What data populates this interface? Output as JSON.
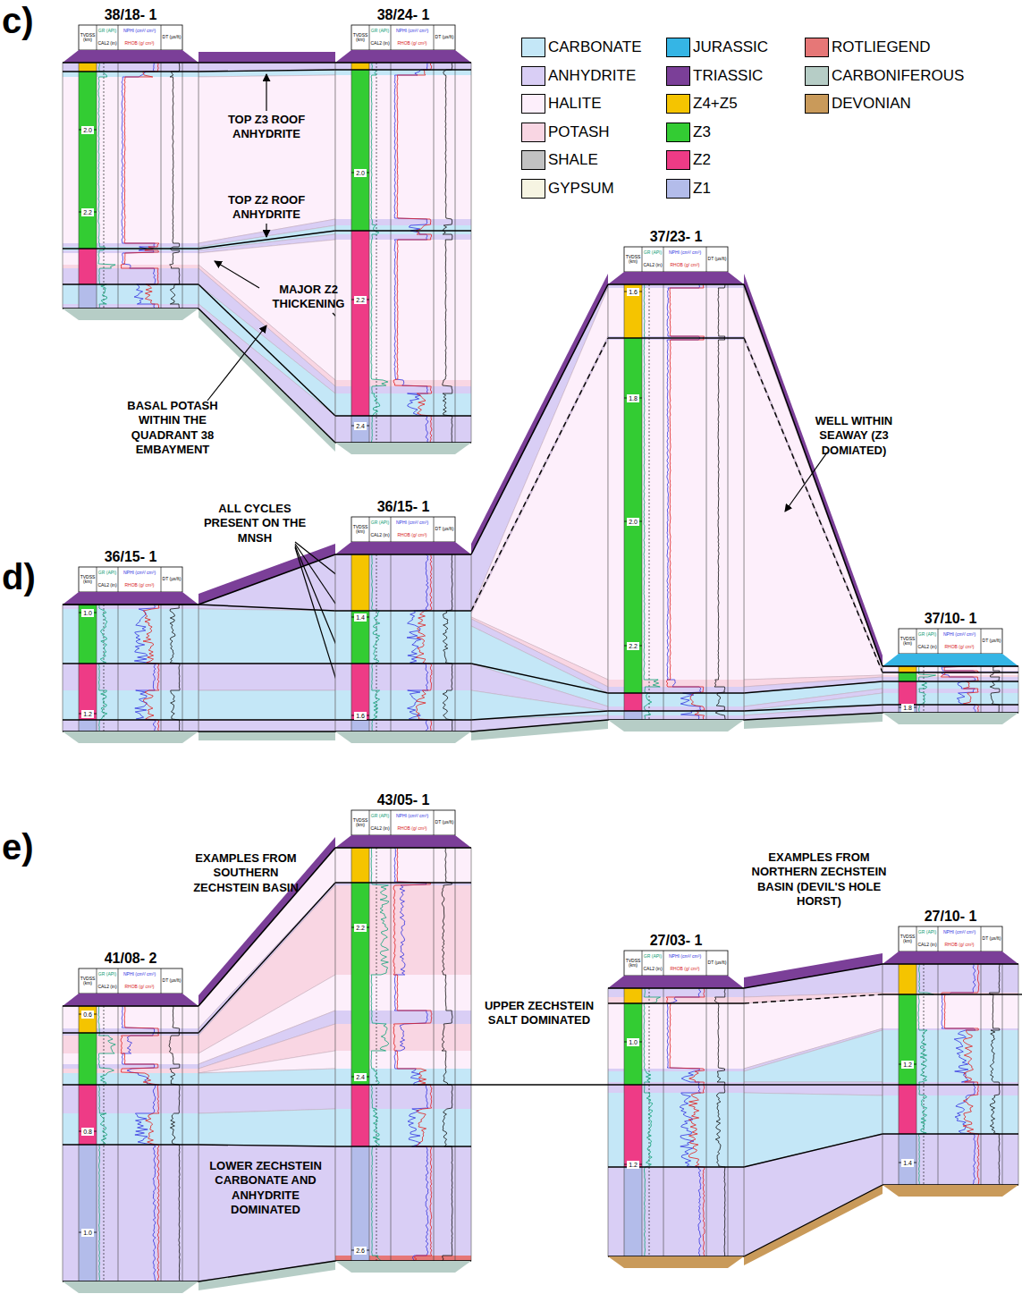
{
  "diagram": {
    "nodes": [
      {
        "text": [
          "38/18- 1",
          "TVDSS (km)",
          "GR (API)",
          "CAL2 (in)",
          "NPHI (cm³/ cm³)",
          "RHOB (g/ cm³)",
          "DT (µs/ft)",
          "2.0",
          "2.2"
        ]
      },
      {
        "text": [
          "38/24- 1",
          "TVDSS (km)",
          "GR (API)",
          "CAL2 (in)",
          "NPHI (cm³/ cm³)",
          "RHOB (g/ cm³)",
          "DT (µs/ft)",
          "2.0",
          "2.2",
          "2.4"
        ]
      },
      {
        "text": [
          "36/15- 1",
          "TVDSS (km)",
          "GR (API)",
          "CAL2 (in)",
          "NPHI (cm³/ cm³)",
          "RHOB (g/ cm³)",
          "DT (µs/ft)",
          "1.0",
          "1.2"
        ]
      },
      {
        "text": [
          "36/15- 1",
          "TVDSS (km)",
          "GR (API)",
          "CAL2 (in)",
          "NPHI (cm³/ cm³)",
          "RHOB (g/ cm³)",
          "DT (µs/ft)",
          "1.4",
          "1.6"
        ]
      },
      {
        "text": [
          "37/23- 1",
          "TVDSS (km)",
          "GR (API)",
          "CAL2 (in)",
          "NPHI (cm³/ cm³)",
          "RHOB (g/ cm³)",
          "DT (µs/ft)",
          "1.6",
          "1.8",
          "2.0",
          "2.2"
        ]
      },
      {
        "text": [
          "37/10- 1",
          "TVDSS (km)",
          "GR (API)",
          "CAL2 (in)",
          "NPHI (cm³/ cm³)",
          "RHOB (g/ cm³)",
          "DT (µs/ft)",
          "1.8"
        ]
      },
      {
        "text": [
          "41/08- 2",
          "TVDSS (km)",
          "GR (API)",
          "CAL2 (in)",
          "NPHI (cm³/ cm³)",
          "RHOB (g/ cm³)",
          "DT (µs/ft)",
          "0.6",
          "0.8",
          "1.0"
        ]
      },
      {
        "text": [
          "43/05- 1",
          "TVDSS (km)",
          "GR (API)",
          "CAL2 (in)",
          "NPHI (cm³/ cm³)",
          "RHOB (g/ cm³)",
          "DT (µs/ft)",
          "2.2",
          "2.4",
          "2.6"
        ]
      },
      {
        "text": [
          "27/03- 1",
          "TVDSS (km)",
          "GR (API)",
          "CAL2 (in)",
          "NPHI (cm³/ cm³)",
          "RHOB (g/ cm³)",
          "DT (µs/ft)",
          "1.0",
          "1.2"
        ]
      },
      {
        "text": [
          "27/10- 1",
          "TVDSS (km)",
          "GR (API)",
          "CAL2 (in)",
          "NPHI (cm³/ cm³)",
          "RHOB (g/ cm³)",
          "DT (µs/ft)",
          "1.2",
          "1.4"
        ]
      }
    ],
    "edges": [
      {
        "from": 0,
        "to": 1,
        "arrow": "none"
      },
      {
        "from": 2,
        "to": 3,
        "arrow": "none"
      },
      {
        "from": 3,
        "to": 4,
        "arrow": "none"
      },
      {
        "from": 4,
        "to": 5,
        "arrow": "none"
      },
      {
        "from": 6,
        "to": 7,
        "arrow": "none"
      },
      {
        "from": 7,
        "to": 8,
        "arrow": "none"
      },
      {
        "from": 8,
        "to": 9,
        "arrow": "none"
      }
    ],
    "labels": [
      "c)",
      "TOP Z3 ROOF ANHYDRITE",
      "TOP Z2 ROOF ANHYDRITE",
      "MAJOR Z2 THICKENING",
      "BASAL POTASH WITHIN THE QUADRANT 38 EMBAYMENT",
      "WELL WITHIN SEAWAY (Z3 DOMIATED)",
      "ALL CYCLES PRESENT ON THE MNSH",
      "d)",
      "EXAMPLES FROM SOUTHERN ZECHSTEIN BASIN",
      "EXAMPLES FROM NORTHERN ZECHSTEIN BASIN (DEVIL'S HOLE HORST)",
      "e)",
      "UPPER ZECHSTEIN SALT DOMINATED",
      "LOWER ZECHSTEIN CARBONATE AND ANHYDRITE DOMINATED"
    ],
    "legend": [
      {
        "text": "CARBONATE",
        "color": "#c4e7f7"
      },
      {
        "text": "ANHYDRITE",
        "color": "#d9cef5"
      },
      {
        "text": "HALITE",
        "color": "#fdeffb"
      },
      {
        "text": "POTASH",
        "color": "#f9d6e3"
      },
      {
        "text": "SHALE",
        "color": "#c2c2c2"
      },
      {
        "text": "GYPSUM",
        "color": "#f6f4e2"
      },
      {
        "text": "JURASSIC",
        "color": "#35b5e5"
      },
      {
        "text": "TRIASSIC",
        "color": "#7b3f98"
      },
      {
        "text": "Z4+Z5",
        "color": "#f5c400"
      },
      {
        "text": "Z3",
        "color": "#33cc33"
      },
      {
        "text": "Z2",
        "color": "#ee3b86"
      },
      {
        "text": "Z1",
        "color": "#b3bcea"
      },
      {
        "text": "ROTLIEGEND",
        "color": "#e67777"
      },
      {
        "text": "CARBONIFEROUS",
        "color": "#b6cdc6"
      },
      {
        "text": "DEVONIAN",
        "color": "#c99a5a"
      }
    ]
  }
}
